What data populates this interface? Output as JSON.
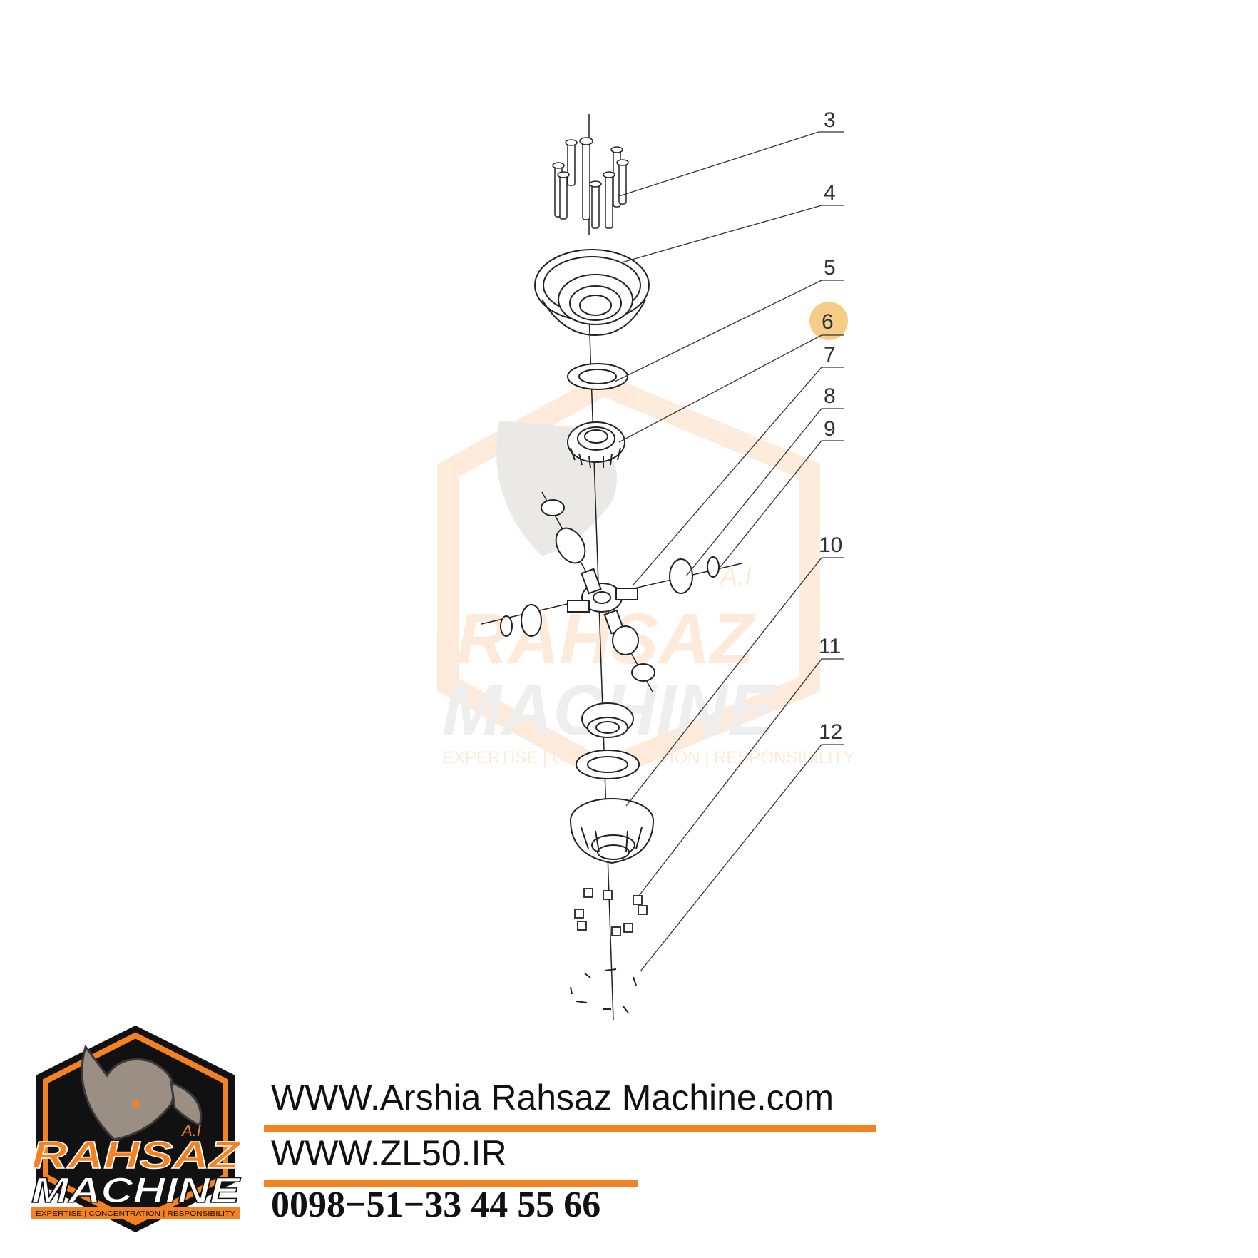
{
  "callouts": [
    {
      "num": "3"
    },
    {
      "num": "4"
    },
    {
      "num": "5"
    },
    {
      "num": "6",
      "highlighted": true
    },
    {
      "num": "7"
    },
    {
      "num": "8"
    },
    {
      "num": "9"
    },
    {
      "num": "10"
    },
    {
      "num": "11"
    },
    {
      "num": "12"
    }
  ],
  "highlight_color": "#f4c472",
  "accent_color": "#f58220",
  "footer": {
    "website1": "WWW.Arshia Rahsaz Machine.com",
    "website2": "WWW.ZL50.IR",
    "phone": "0098−51−33 44 55 66"
  },
  "logo": {
    "line1": "RAHSAZ",
    "line2": "MACHINE",
    "tag": "EXPERTISE | CONCENTRATION | RESPONSIBILITY",
    "mark": "A.I"
  },
  "watermark": {
    "line1": "RAHSAZ",
    "line2": "MACHINE",
    "tag": "EXPERTISE | CONCENTRATION | RESPONSIBILITY",
    "mark": "A.I"
  }
}
